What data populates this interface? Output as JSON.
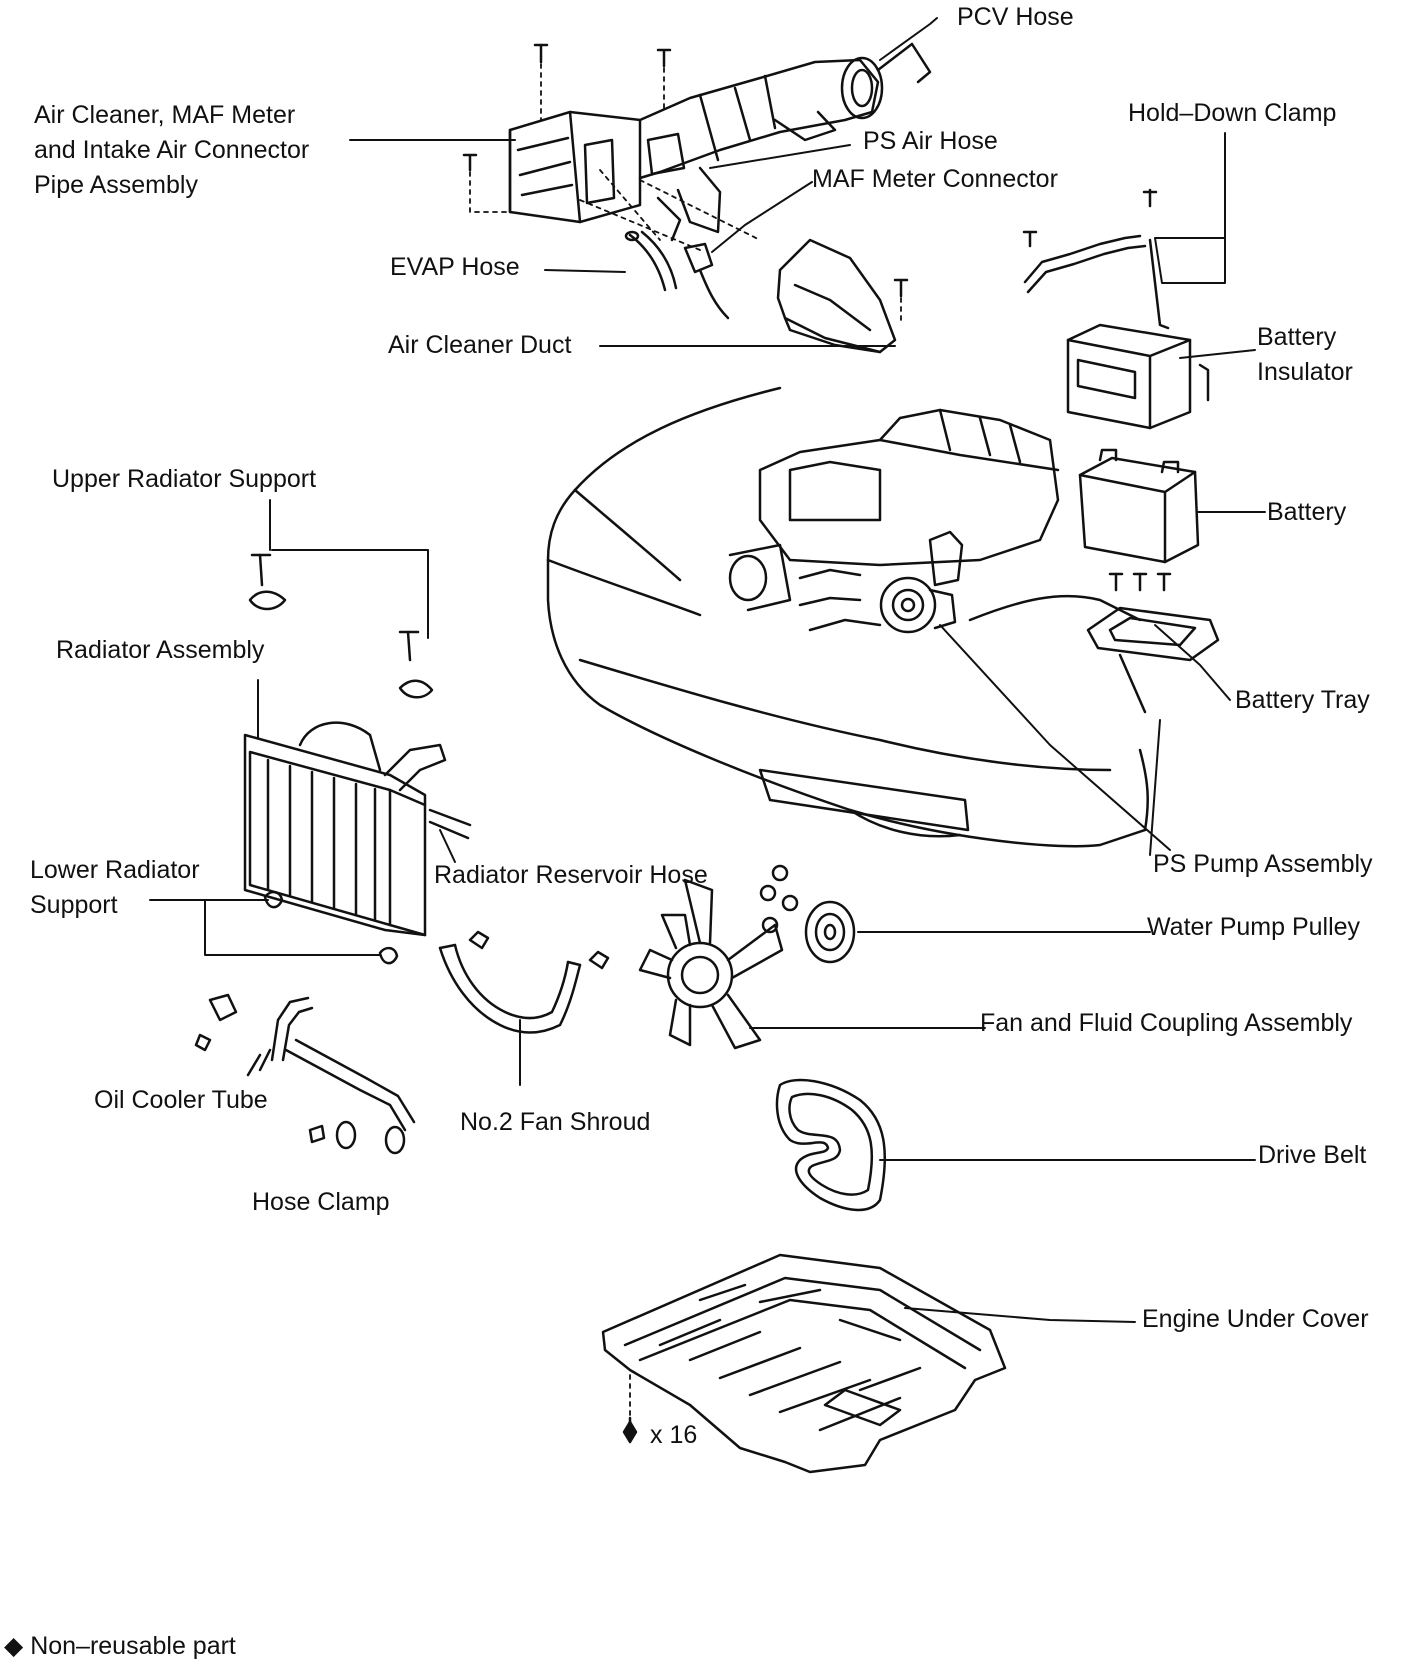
{
  "labels": {
    "pcv_hose": "PCV Hose",
    "air_cleaner_assembly": "Air Cleaner, MAF Meter\nand Intake Air Connector\nPipe Assembly",
    "ps_air_hose": "PS Air Hose",
    "maf_meter_connector": "MAF Meter Connector",
    "hold_down_clamp": "Hold–Down Clamp",
    "evap_hose": "EVAP Hose",
    "air_cleaner_duct": "Air Cleaner Duct",
    "battery_insulator": "Battery\nInsulator",
    "upper_radiator_support": "Upper Radiator Support",
    "battery": "Battery",
    "radiator_assembly": "Radiator Assembly",
    "battery_tray": "Battery Tray",
    "lower_radiator_support": "Lower Radiator\nSupport",
    "radiator_reservoir_hose": "Radiator Reservoir Hose",
    "ps_pump_assembly": "PS Pump Assembly",
    "water_pump_pulley": "Water Pump Pulley",
    "fan_coupling": "Fan and Fluid Coupling Assembly",
    "oil_cooler_tube": "Oil Cooler Tube",
    "no2_fan_shroud": "No.2 Fan Shroud",
    "drive_belt": "Drive Belt",
    "hose_clamp": "Hose Clamp",
    "engine_under_cover": "Engine Under Cover",
    "bolt_count": "x 16"
  },
  "legend": {
    "symbol": "◆",
    "text": "Non–reusable part"
  }
}
